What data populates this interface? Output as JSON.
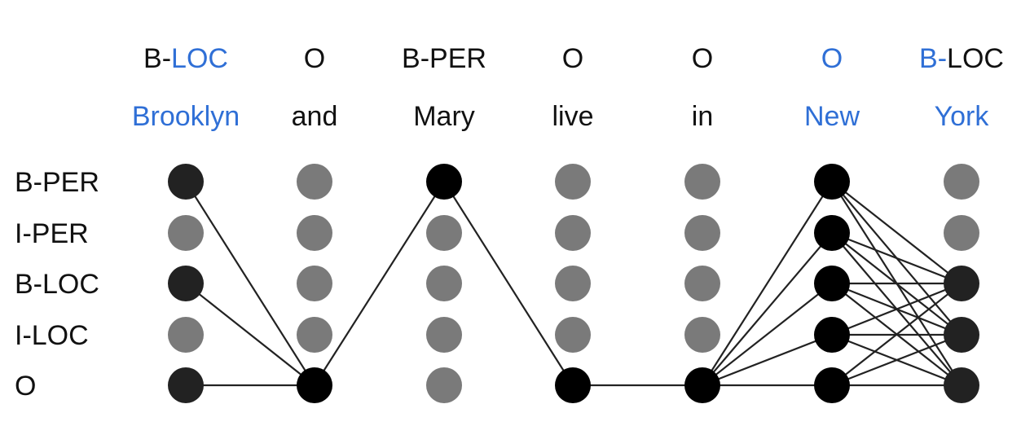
{
  "colors": {
    "black_text": "#111111",
    "blue_text": "#2f6fd6",
    "gray_node": "#7a7a7a",
    "dark_node": "#222222",
    "active_node": "#000000",
    "edge": "#222222"
  },
  "row_labels": [
    "B-PER",
    "I-PER",
    "B-LOC",
    "I-LOC",
    "O"
  ],
  "columns": [
    {
      "word": "Brooklyn",
      "word_color": "blue",
      "tag_parts": [
        {
          "text": "B-",
          "color": "black"
        },
        {
          "text": "LOC",
          "color": "blue"
        }
      ]
    },
    {
      "word": "and",
      "word_color": "black",
      "tag_parts": [
        {
          "text": "O",
          "color": "black"
        }
      ]
    },
    {
      "word": "Mary",
      "word_color": "black",
      "tag_parts": [
        {
          "text": "B-PER",
          "color": "black"
        }
      ]
    },
    {
      "word": "live",
      "word_color": "black",
      "tag_parts": [
        {
          "text": "O",
          "color": "black"
        }
      ]
    },
    {
      "word": "in",
      "word_color": "black",
      "tag_parts": [
        {
          "text": "O",
          "color": "black"
        }
      ]
    },
    {
      "word": "New",
      "word_color": "blue",
      "tag_parts": [
        {
          "text": "O",
          "color": "blue"
        }
      ]
    },
    {
      "word": "York",
      "word_color": "blue",
      "tag_parts": [
        {
          "text": "B-",
          "color": "blue"
        },
        {
          "text": "LOC",
          "color": "black"
        }
      ]
    }
  ],
  "node_states": [
    [
      "dark",
      "gray",
      "dark",
      "gray",
      "dark"
    ],
    [
      "gray",
      "gray",
      "gray",
      "gray",
      "active"
    ],
    [
      "active",
      "gray",
      "gray",
      "gray",
      "gray"
    ],
    [
      "gray",
      "gray",
      "gray",
      "gray",
      "active"
    ],
    [
      "gray",
      "gray",
      "gray",
      "gray",
      "active"
    ],
    [
      "active",
      "active",
      "active",
      "active",
      "active"
    ],
    [
      "gray",
      "gray",
      "dark",
      "dark",
      "dark"
    ]
  ],
  "edges": [
    {
      "from_col": 0,
      "from_row": 0,
      "to_col": 1,
      "to_row": 4
    },
    {
      "from_col": 0,
      "from_row": 2,
      "to_col": 1,
      "to_row": 4
    },
    {
      "from_col": 0,
      "from_row": 4,
      "to_col": 1,
      "to_row": 4
    },
    {
      "from_col": 1,
      "from_row": 4,
      "to_col": 2,
      "to_row": 0
    },
    {
      "from_col": 2,
      "from_row": 0,
      "to_col": 3,
      "to_row": 4
    },
    {
      "from_col": 3,
      "from_row": 4,
      "to_col": 4,
      "to_row": 4
    },
    {
      "from_col": 4,
      "from_row": 4,
      "to_col": 5,
      "to_row": 0
    },
    {
      "from_col": 4,
      "from_row": 4,
      "to_col": 5,
      "to_row": 1
    },
    {
      "from_col": 4,
      "from_row": 4,
      "to_col": 5,
      "to_row": 2
    },
    {
      "from_col": 4,
      "from_row": 4,
      "to_col": 5,
      "to_row": 3
    },
    {
      "from_col": 4,
      "from_row": 4,
      "to_col": 5,
      "to_row": 4
    },
    {
      "from_col": 5,
      "from_row": 0,
      "to_col": 6,
      "to_row": 2
    },
    {
      "from_col": 5,
      "from_row": 0,
      "to_col": 6,
      "to_row": 3
    },
    {
      "from_col": 5,
      "from_row": 0,
      "to_col": 6,
      "to_row": 4
    },
    {
      "from_col": 5,
      "from_row": 1,
      "to_col": 6,
      "to_row": 2
    },
    {
      "from_col": 5,
      "from_row": 1,
      "to_col": 6,
      "to_row": 3
    },
    {
      "from_col": 5,
      "from_row": 1,
      "to_col": 6,
      "to_row": 4
    },
    {
      "from_col": 5,
      "from_row": 2,
      "to_col": 6,
      "to_row": 2
    },
    {
      "from_col": 5,
      "from_row": 2,
      "to_col": 6,
      "to_row": 3
    },
    {
      "from_col": 5,
      "from_row": 2,
      "to_col": 6,
      "to_row": 4
    },
    {
      "from_col": 5,
      "from_row": 3,
      "to_col": 6,
      "to_row": 2
    },
    {
      "from_col": 5,
      "from_row": 3,
      "to_col": 6,
      "to_row": 3
    },
    {
      "from_col": 5,
      "from_row": 3,
      "to_col": 6,
      "to_row": 4
    },
    {
      "from_col": 5,
      "from_row": 4,
      "to_col": 6,
      "to_row": 2
    },
    {
      "from_col": 5,
      "from_row": 4,
      "to_col": 6,
      "to_row": 3
    },
    {
      "from_col": 5,
      "from_row": 4,
      "to_col": 6,
      "to_row": 4
    }
  ]
}
